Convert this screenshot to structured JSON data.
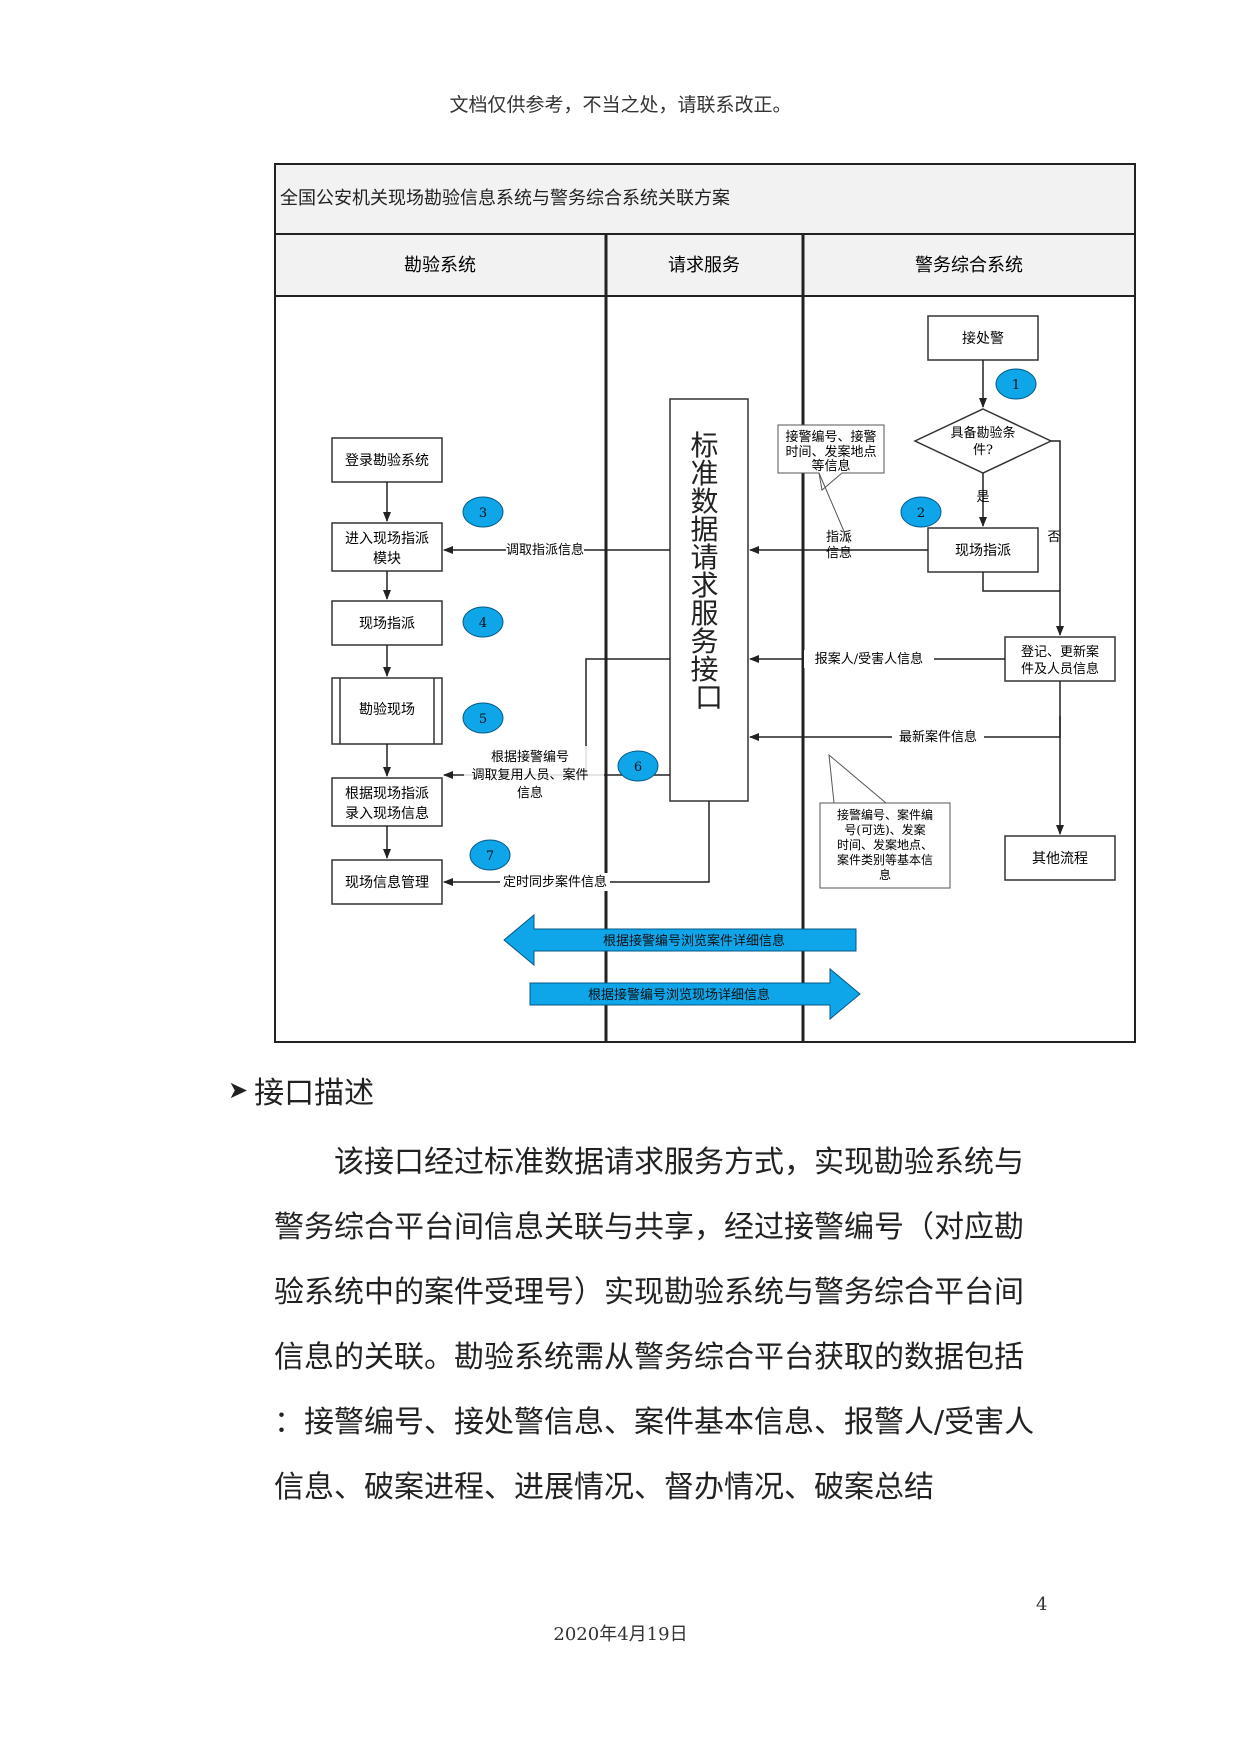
{
  "header_note": "文档仅供参考，不当之处，请联系改正。",
  "diagram": {
    "title": "全国公安机关现场勘验信息系统与警务综合系统关联方案",
    "lanes": [
      "勘验系统",
      "请求服务",
      "警务综合系统"
    ],
    "left_boxes": [
      "登录勘验系统",
      "进入现场指派\n模块",
      "现场指派",
      "勘验现场",
      "根据现场指派\n录入现场信息",
      "现场信息管理"
    ],
    "center_box": "标准数据请求服务接口",
    "right_boxes": {
      "receive": "接处警",
      "decision": "具备勘验条\n件?",
      "yes": "是",
      "no": "否",
      "assign": "现场指派",
      "register": "登记、更新案\n件及人员信息",
      "other": "其他流程"
    },
    "arrow_labels": {
      "fetch_assign": "调取指派信息",
      "assign_info": "指派\n信息",
      "reporter": "报案人/受害人信息",
      "latest_case": "最新案件信息",
      "reuse": "根据接警编号\n调取复用人员、案件\n信息",
      "sync": "定时同步案件信息"
    },
    "callouts": {
      "top": "接警编号、接警\n时间、发案地点\n等信息",
      "bottom": "接警编号、案件编\n号(可选)、发案\n时间、发案地点、\n案件类别等基本信\n息"
    },
    "badges": [
      "1",
      "2",
      "3",
      "4",
      "5",
      "6",
      "7"
    ],
    "big_arrows": [
      "根据接警编号浏览案件详细信息",
      "根据接警编号浏览现场详细信息"
    ],
    "colors": {
      "badge": "#0ea5e9",
      "big_arrow": "#0ea5e9",
      "lane_header": "#f2f2f2"
    }
  },
  "section_title": "接口描述",
  "body_lines": [
    "该接口经过标准数据请求服务方式，实现勘验系统与",
    "警务综合平台间信息关联与共享，经过接警编号（对应勘",
    "验系统中的案件受理号）实现勘验系统与警务综合平台间",
    "信息的关联。勘验系统需从警务综合平台获取的数据包括",
    "：接警编号、接处警信息、案件基本信息、报警人/受害人",
    "信息、破案进程、进展情况、督办情况、破案总结"
  ],
  "page_number": "4",
  "footer_date": "2020年4月19日"
}
